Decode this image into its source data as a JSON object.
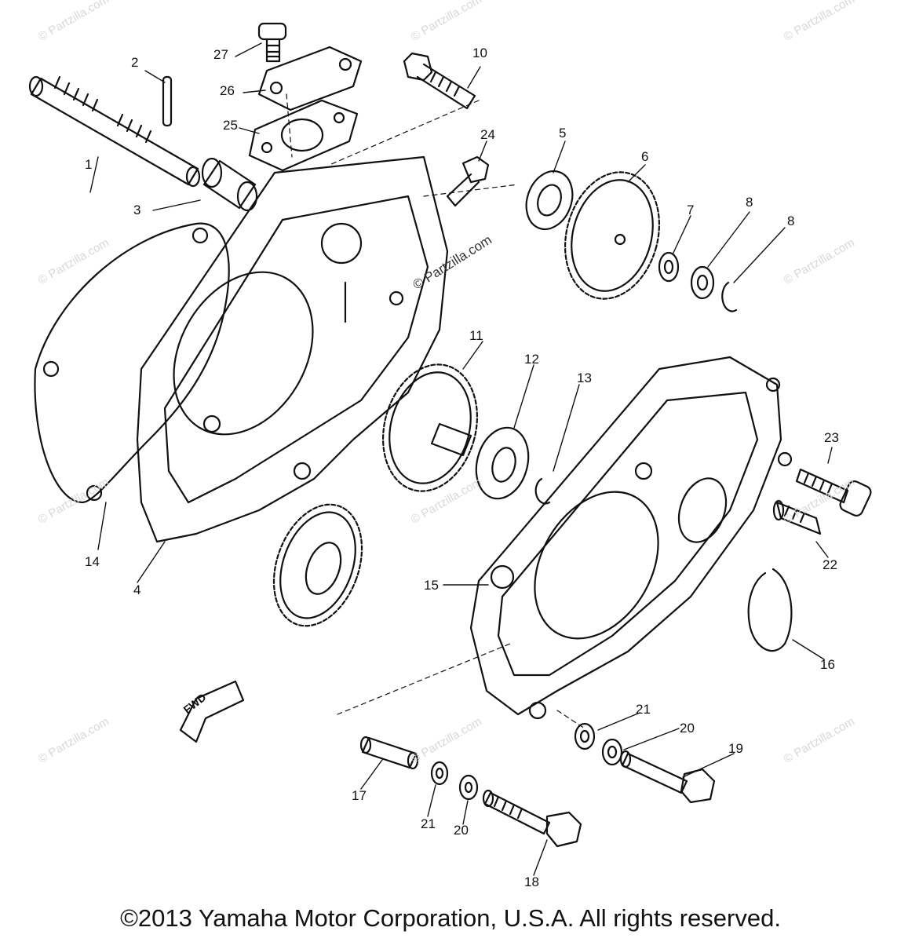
{
  "diagram": {
    "callouts": [
      "1",
      "2",
      "3",
      "4",
      "5",
      "6",
      "7",
      "8",
      "8",
      "10",
      "11",
      "12",
      "13",
      "14",
      "15",
      "16",
      "17",
      "18",
      "19",
      "20",
      "20",
      "21",
      "21",
      "22",
      "23",
      "24",
      "25",
      "26",
      "27"
    ],
    "forward_marker": "FWD",
    "watermark": "© Partzilla.com"
  },
  "footer": {
    "copyright": "©2013 Yamaha Motor Corporation, U.S.A. All rights reserved."
  }
}
